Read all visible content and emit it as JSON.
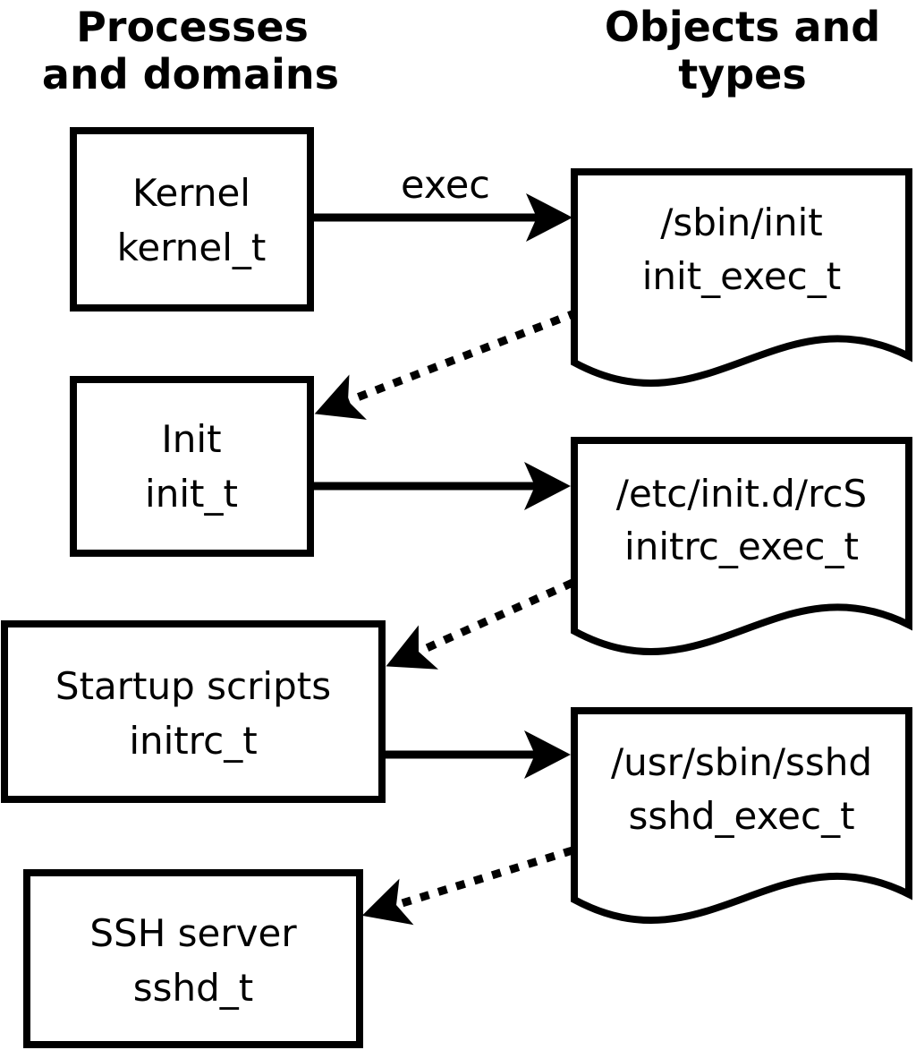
{
  "diagram": {
    "title_left_line1": "Processes",
    "title_left_line2": "and domains",
    "title_right_line1": "Objects and",
    "title_right_line2": "types",
    "exec_label": "exec"
  },
  "processes": [
    {
      "label": "Kernel",
      "type": "kernel_t"
    },
    {
      "label": "Init",
      "type": "init_t"
    },
    {
      "label": "Startup scripts",
      "type": "initrc_t"
    },
    {
      "label": "SSH server",
      "type": "sshd_t"
    }
  ],
  "objects": [
    {
      "path": "/sbin/init",
      "type": "init_exec_t"
    },
    {
      "path": "/etc/init.d/rcS",
      "type": "initrc_exec_t"
    },
    {
      "path": "/usr/sbin/sshd",
      "type": "sshd_exec_t"
    }
  ],
  "colors": {
    "ink": "#000000",
    "background": "#ffffff"
  }
}
